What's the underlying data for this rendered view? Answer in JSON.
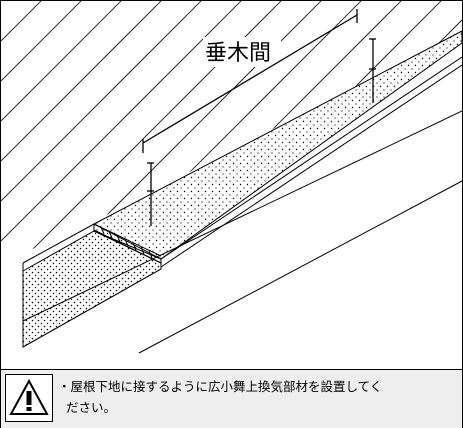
{
  "diagram": {
    "label": "垂木間"
  },
  "notice": {
    "icon": "warning-icon",
    "line1": "・屋根下地に接するように広小舞上換気部材を設置してく",
    "line2": "ださい。"
  }
}
